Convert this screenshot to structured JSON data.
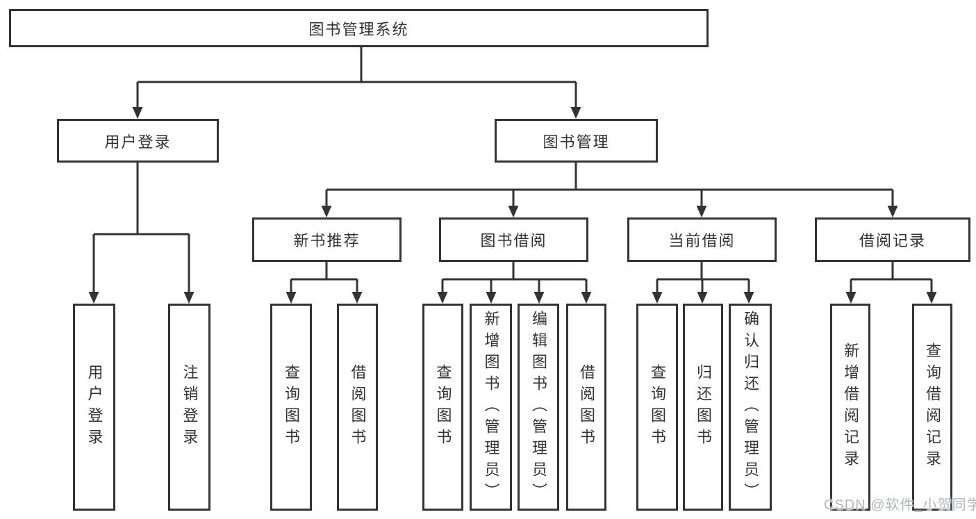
{
  "meta": {
    "watermark": "CSDN @软件_小贺同学"
  },
  "colors": {
    "line": "#333333",
    "text": "#333333",
    "background": "#ffffff",
    "watermark": "#b2b6bb"
  },
  "nodes": {
    "root": {
      "label": "图书管理系统"
    },
    "level2": [
      {
        "label": "用户登录"
      },
      {
        "label": "图书管理"
      }
    ],
    "level3": [
      {
        "label": "新书推荐",
        "parent": "图书管理"
      },
      {
        "label": "图书借阅",
        "parent": "图书管理"
      },
      {
        "label": "当前借阅",
        "parent": "图书管理"
      },
      {
        "label": "借阅记录",
        "parent": "图书管理"
      }
    ],
    "leaves": [
      {
        "label": "用户登录",
        "parent": "用户登录"
      },
      {
        "label": "注销登录",
        "parent": "用户登录"
      },
      {
        "label": "查询图书",
        "parent": "新书推荐"
      },
      {
        "label": "借阅图书",
        "parent": "新书推荐"
      },
      {
        "label": "查询图书",
        "parent": "图书借阅"
      },
      {
        "label": "新增图书（管理员）",
        "parent": "图书借阅"
      },
      {
        "label": "编辑图书（管理员）",
        "parent": "图书借阅"
      },
      {
        "label": "借阅图书",
        "parent": "图书借阅"
      },
      {
        "label": "查询图书",
        "parent": "当前借阅"
      },
      {
        "label": "归还图书",
        "parent": "当前借阅"
      },
      {
        "label": "确认归还（管理员）",
        "parent": "当前借阅"
      },
      {
        "label": "新增借阅记录",
        "parent": "借阅记录"
      },
      {
        "label": "查询借阅记录",
        "parent": "借阅记录"
      }
    ]
  }
}
